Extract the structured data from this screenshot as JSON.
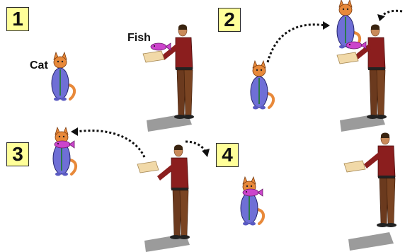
{
  "panels": [
    {
      "number": "1"
    },
    {
      "number": "2"
    },
    {
      "number": "3"
    },
    {
      "number": "4"
    }
  ],
  "labels": {
    "cat": "Cat",
    "fish": "Fish"
  },
  "colors": {
    "badge_fill": "#ffff99",
    "cat_body": "#6f6fd6",
    "cat_head": "#e8893a",
    "fish": "#cc44cc",
    "man_shirt": "#8b1e1e",
    "man_pants": "#6b3a1e",
    "box": "#f1d9a8",
    "shadow": "#8a8a8a"
  }
}
